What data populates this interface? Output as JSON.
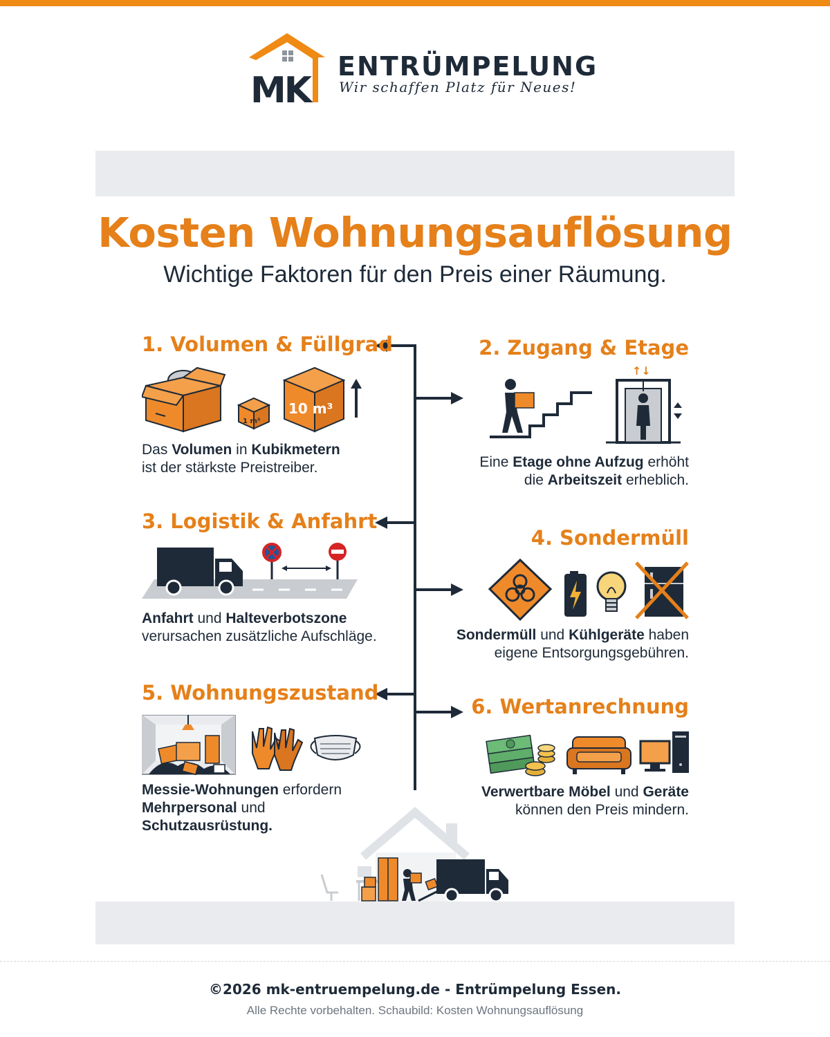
{
  "brand": {
    "logo_letters": "MK",
    "name": "ENTRÜMPELUNG",
    "slogan": "Wir schaffen Platz für Neues!"
  },
  "header": {
    "title": "Kosten Wohnungsauflösung",
    "subtitle": "Wichtige Faktoren für den Preis einer Räumung."
  },
  "colors": {
    "accent": "#e5801a",
    "dark": "#1e2a38",
    "band": "#e9ebee"
  },
  "sections": [
    {
      "title": "1. Volumen & Füllgrad",
      "icons": [
        "open-box-icon",
        "small-cube-icon",
        "large-cube-icon",
        "arrow-up-icon"
      ],
      "cube_small": "1 m³",
      "cube_large": "10 m³",
      "desc": [
        [
          "Das ",
          "n"
        ],
        [
          "Volumen",
          "b"
        ],
        [
          " in ",
          "n"
        ],
        [
          "Kubikmetern",
          "b"
        ],
        [
          "\n",
          "br"
        ],
        [
          "ist der stärkste Preistreiber.",
          "n"
        ]
      ]
    },
    {
      "title": "2. Zugang & Etage",
      "icons": [
        "stairs-carrier-icon",
        "elevator-icon"
      ],
      "desc": [
        [
          "Eine ",
          "n"
        ],
        [
          "Etage ohne Aufzug",
          "b"
        ],
        [
          " erhöht",
          "n"
        ],
        [
          "\n",
          "br"
        ],
        [
          "die ",
          "n"
        ],
        [
          "Arbeitszeit",
          "b"
        ],
        [
          " erheblich.",
          "n"
        ]
      ]
    },
    {
      "title": "3. Logistik & Anfahrt",
      "icons": [
        "truck-icon",
        "no-stopping-sign-icon",
        "no-entry-sign-icon"
      ],
      "desc": [
        [
          "Anfahrt",
          "b"
        ],
        [
          " und ",
          "n"
        ],
        [
          "Halteverbotszone",
          "b"
        ],
        [
          "\n",
          "br"
        ],
        [
          "verursachen zusätzliche Aufschläge.",
          "n"
        ]
      ]
    },
    {
      "title": "4. Sondermüll",
      "icons": [
        "biohazard-icon",
        "battery-icon",
        "light-bulb-icon",
        "fridge-crossed-icon"
      ],
      "desc": [
        [
          "Sondermüll",
          "b"
        ],
        [
          " und ",
          "n"
        ],
        [
          "Kühlgeräte",
          "b"
        ],
        [
          " haben",
          "n"
        ],
        [
          "\n",
          "br"
        ],
        [
          "eigene Entsorgungsgebühren.",
          "n"
        ]
      ]
    },
    {
      "title": "5. Wohnungszustand",
      "icons": [
        "messy-room-icon",
        "gloves-icon",
        "face-mask-icon"
      ],
      "desc": [
        [
          "Messie-Wohnungen",
          "b"
        ],
        [
          " erfordern",
          "n"
        ],
        [
          "\n",
          "br"
        ],
        [
          "Mehrpersonal",
          "b"
        ],
        [
          " und",
          "n"
        ],
        [
          "\n",
          "br"
        ],
        [
          "Schutzausrüstung.",
          "b"
        ]
      ]
    },
    {
      "title": "6. Wertanrechnung",
      "icons": [
        "money-coins-icon",
        "sofa-icon",
        "computer-icon"
      ],
      "desc": [
        [
          "Verwertbare Möbel",
          "b"
        ],
        [
          " und ",
          "n"
        ],
        [
          "Geräte",
          "b"
        ],
        [
          "\n",
          "br"
        ],
        [
          "können den Preis mindern.",
          "n"
        ]
      ]
    }
  ],
  "footer": {
    "copyright": "©2026 mk-entruempelung.de - Entrümpelung Essen.",
    "note": "Alle Rechte vorbehalten. Schaubild: Kosten Wohnungsauflösung"
  }
}
